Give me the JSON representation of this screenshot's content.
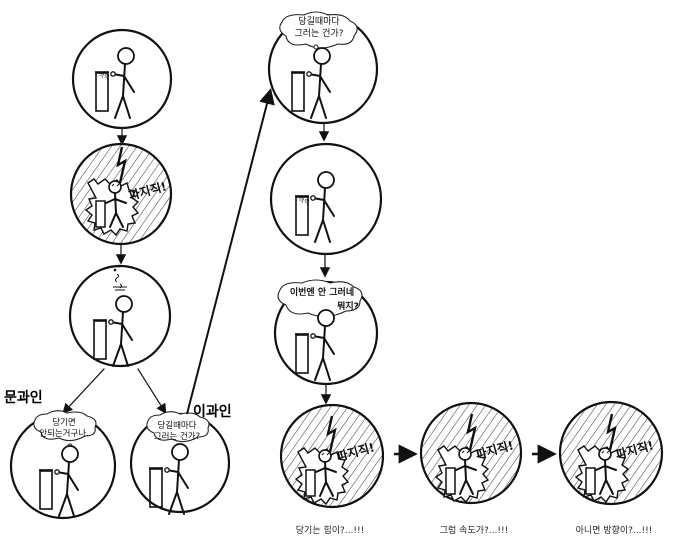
{
  "labels": {
    "liberal_arts": "문과인",
    "science": "이과인"
  },
  "sound": {
    "tug": "꺽꺽",
    "zap": "파지직!"
  },
  "thoughts": {
    "left_branch": [
      "당기면",
      "안되는거구나."
    ],
    "tug_question": [
      "당길때마다",
      "그러는 건가?"
    ],
    "this_time": [
      "이번엔 안 그러네",
      "뭐지?"
    ]
  },
  "captions": {
    "pulling_force": "당기는 힘이?...!!!",
    "speed": "그럼 속도가?...!!!",
    "direction": "아니면 방향이?...!!!"
  }
}
